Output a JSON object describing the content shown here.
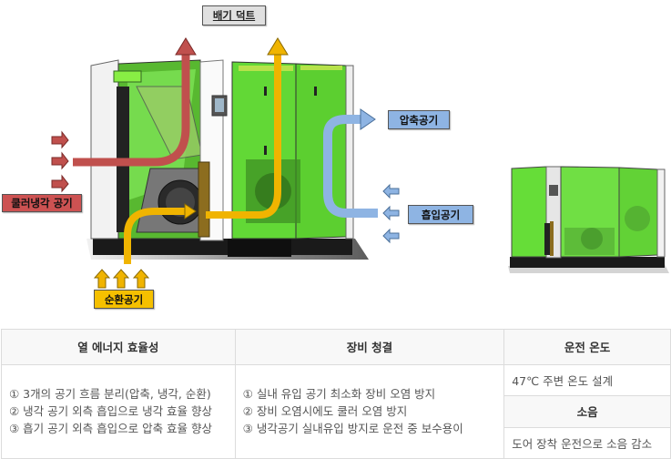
{
  "diagram": {
    "labels": {
      "exhaust_duct": "배기 덕트",
      "cooler_air": "쿨러냉각 공기",
      "compressed_air": "압축공기",
      "intake_air": "흡입공기",
      "circulating_air": "순환공기"
    },
    "colors": {
      "cooler_arrow": "#c0504d",
      "circulate_arrow": "#f0b400",
      "compressed_arrow": "#8eb4e3",
      "panel_green": "#66dd33"
    }
  },
  "table": {
    "headers": [
      "열 에너지 효율성",
      "장비 청결",
      "운전 온도"
    ],
    "efficiency_items": [
      "① 3개의 공기 흐름 분리(압축, 냉각, 순환)",
      "② 냉각 공기 외측 흡입으로 냉각 효율 향상",
      "③ 흡기 공기 외측 흡입으로 압축 효율 향상"
    ],
    "cleanliness_items": [
      "① 실내 유입 공기 최소화 장비 오염 방지",
      "② 장비 오염시에도 쿨러 오염 방지",
      "③ 냉각공기 실내유입 방지로 운전 중 보수용이"
    ],
    "operating_temp_value": "47℃ 주변 온도 설계",
    "noise_header": "소음",
    "noise_value": "도어 장착 운전으로 소음 감소"
  }
}
